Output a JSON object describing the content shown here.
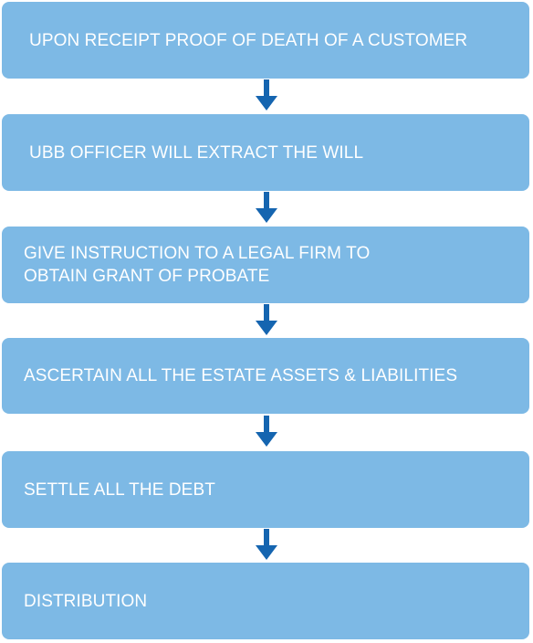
{
  "steps": [
    {
      "label": "UPON RECEIPT PROOF OF DEATH OF A CUSTOMER"
    },
    {
      "label": "UBB OFFICER WILL EXTRACT THE WILL"
    },
    {
      "label": "GIVE INSTRUCTION TO A LEGAL FIRM TO\nOBTAIN GRANT OF PROBATE"
    },
    {
      "label": "ASCERTAIN ALL THE ESTATE ASSETS & LIABILITIES"
    },
    {
      "label": "SETTLE ALL THE DEBT"
    },
    {
      "label": "DISTRIBUTION"
    }
  ],
  "colors": {
    "box": "#7db9e5",
    "text": "#ffffff",
    "arrow": "#1565b0"
  },
  "icons": {
    "connector": "arrow-down-icon"
  }
}
